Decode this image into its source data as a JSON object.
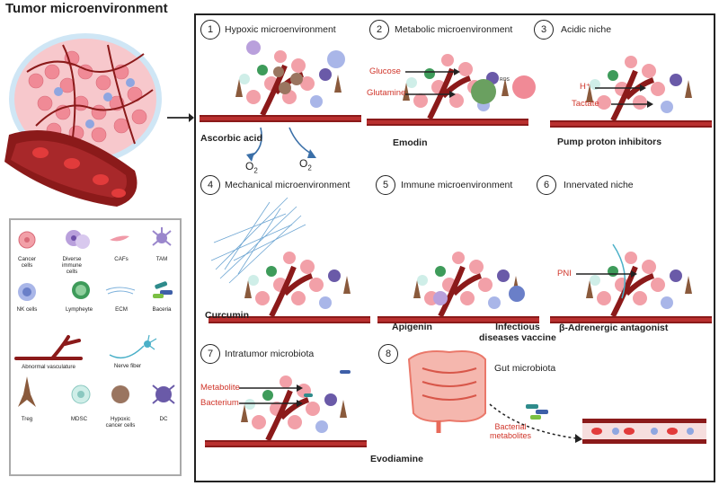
{
  "title": "Tumor microenvironment",
  "panels": [
    {
      "num": "1",
      "title": "Hypoxic microenvironment",
      "drug": "Ascorbic acid"
    },
    {
      "num": "2",
      "title": "Metabolic microenvironment",
      "drug": "Emodin"
    },
    {
      "num": "3",
      "title": "Acidic niche",
      "drug": "Pump proton inhibitors"
    },
    {
      "num": "4",
      "title": "Mechanical microenvironment",
      "drug": "Curcumin"
    },
    {
      "num": "5",
      "title": "Immune microenvironment",
      "drug": "Apigenin",
      "drug2a": "Infectious",
      "drug2b": "diseases vaccine"
    },
    {
      "num": "6",
      "title": "Innervated niche",
      "drug": "β-Adrenergic antagonist"
    },
    {
      "num": "7",
      "title": "Intratumor microbiota",
      "drug": "Evodiamine"
    },
    {
      "num": "8",
      "title": "Gut microbiota"
    }
  ],
  "o2": {
    "label": "O",
    "sub": "2"
  },
  "labels": {
    "glucose": "Glucose",
    "glutamine": "Glutamine",
    "ros": "ROS",
    "h": "H⁺",
    "tactate": "Tactate",
    "pni": "PNI",
    "metabolite": "Metabolite",
    "bacterium": "Bacterium",
    "bacterial_metabolites_1": "Bacterial",
    "bacterial_metabolites_2": "metabolites"
  },
  "legend": [
    {
      "l1": "Cancer",
      "l2": "cells",
      "icon": "cancer-cell-icon"
    },
    {
      "l1": "Diverse immune",
      "l2": "cells",
      "icon": "immune-cells-icon"
    },
    {
      "l1": "CAFs",
      "l2": "",
      "icon": "caf-icon"
    },
    {
      "l1": "TAM",
      "l2": "",
      "icon": "tam-icon"
    },
    {
      "l1": "NK cells",
      "l2": "",
      "icon": "nk-cell-icon"
    },
    {
      "l1": "Lympheyte",
      "l2": "",
      "icon": "lymphocyte-icon"
    },
    {
      "l1": "ECM",
      "l2": "",
      "icon": "ecm-icon"
    },
    {
      "l1": "Baceria",
      "l2": "",
      "icon": "bacteria-icon"
    },
    {
      "l1": "Abnormal vasculature",
      "l2": "",
      "icon": "vasculature-icon"
    },
    {
      "l1": "Nerve fiber",
      "l2": "",
      "icon": "nerve-fiber-icon"
    },
    {
      "l1": "Treg",
      "l2": "",
      "icon": "treg-icon"
    },
    {
      "l1": "MDSC",
      "l2": "",
      "icon": "mdsc-icon"
    },
    {
      "l1": "Hypoxic",
      "l2": "cancer cells",
      "icon": "hypoxic-cell-icon"
    },
    {
      "l1": "DC",
      "l2": "",
      "icon": "dc-icon"
    }
  ],
  "colors": {
    "vessel": "#8b1a1a",
    "cancer": "#f2a0a8",
    "label_red": "#d0352a",
    "ecm": "#4a90c8"
  }
}
